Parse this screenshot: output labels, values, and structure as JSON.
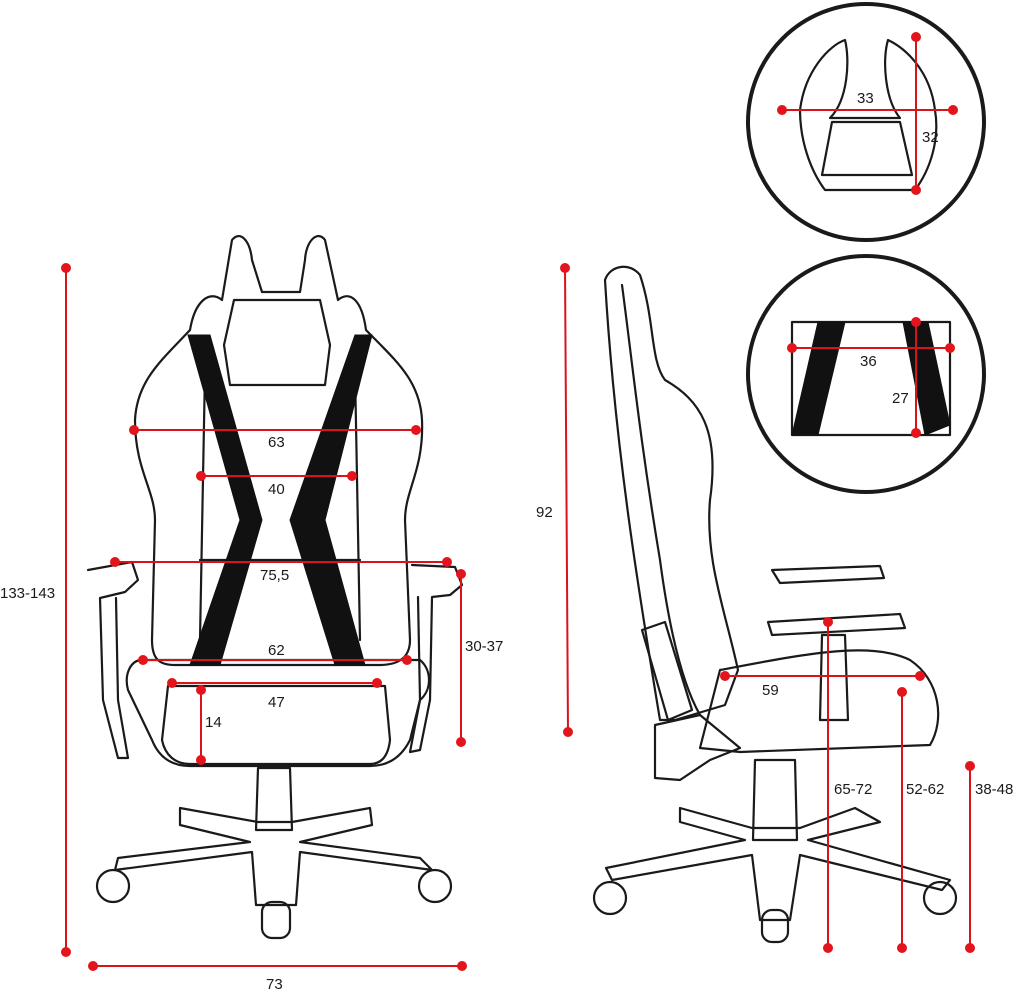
{
  "colors": {
    "dimension": "#e3141b",
    "outline": "#1a1a1a",
    "strap": "#111111"
  },
  "front_view": {
    "total_height": "133-143",
    "total_width": "73",
    "back_width_shoulders": "63",
    "back_width_center": "40",
    "armrest_span": "75,5",
    "armrest_height": "30-37",
    "seat_width_outer": "62",
    "seat_width_inner": "47",
    "seat_side_height": "14"
  },
  "side_view": {
    "backrest_height": "92",
    "seat_depth": "59",
    "armrest_floor_height": "65-72",
    "seat_floor_height": "52-62",
    "gas_lift_height": "38-48"
  },
  "headrest_pillow": {
    "width": "33",
    "height": "32"
  },
  "lumbar_pillow": {
    "width": "36",
    "height": "27"
  }
}
